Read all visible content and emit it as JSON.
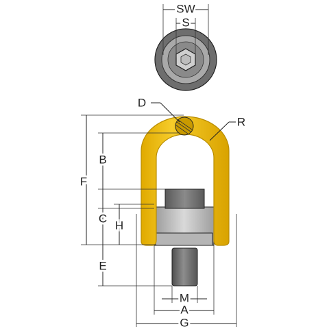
{
  "labels": {
    "sw": "SW",
    "s": "S",
    "d": "D",
    "r": "R",
    "b": "B",
    "f": "F",
    "c": "C",
    "h": "H",
    "e": "E",
    "m": "M",
    "a": "A",
    "g": "G"
  },
  "colors": {
    "bail_yellow": "#F2C21B",
    "bail_outline": "#C99A00",
    "steel_dark": "#6E6E6E",
    "steel_mid": "#A9A9A9",
    "steel_light": "#D0D0D0",
    "line": "#222222"
  }
}
